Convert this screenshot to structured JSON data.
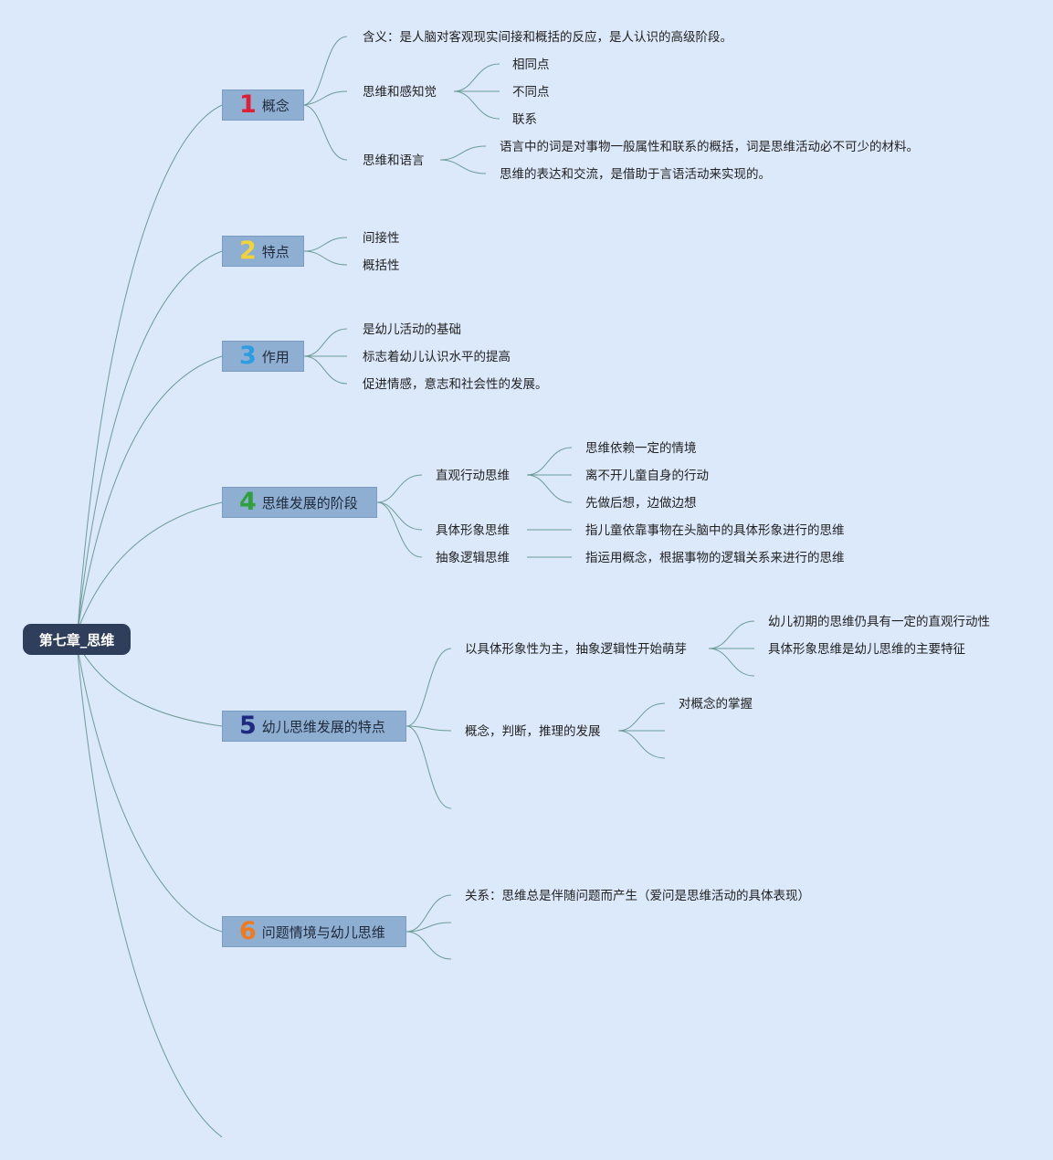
{
  "root": {
    "label": "第七章_思维"
  },
  "topics": [
    {
      "num": "1",
      "label": "概念",
      "num_color": "#e01f36"
    },
    {
      "num": "2",
      "label": "特点",
      "num_color": "#f2d33a"
    },
    {
      "num": "3",
      "label": "作用",
      "num_color": "#2b9de0"
    },
    {
      "num": "4",
      "label": "思维发展的阶段",
      "num_color": "#2fa13c"
    },
    {
      "num": "5",
      "label": "幼儿思维发展的特点",
      "num_color": "#1d2a80"
    },
    {
      "num": "6",
      "label": "问题情境与幼儿思维",
      "num_color": "#f07a1c"
    }
  ],
  "t1": {
    "meaning": "含义：是人脑对客观现实间接和概括的反应，是人认识的高级阶段。",
    "perception": "思维和感知觉",
    "perception_items": [
      "相同点",
      "不同点",
      "联系"
    ],
    "language": "思维和语言",
    "language_items": [
      "语言中的词是对事物一般属性和联系的概括，词是思维活动必不可少的材料。",
      "思维的表达和交流，是借助于言语活动来实现的。"
    ]
  },
  "t2": {
    "items": [
      "间接性",
      "概括性"
    ]
  },
  "t3": {
    "items": [
      "是幼儿活动的基础",
      "标志着幼儿认识水平的提高",
      "促进情感，意志和社会性的发展。"
    ]
  },
  "t4": {
    "intuitive": "直观行动思维",
    "intuitive_items": [
      "思维依赖一定的情境",
      "离不开儿童自身的行动",
      "先做后想，边做边想"
    ],
    "concrete": "具体形象思维",
    "concrete_desc": "指儿童依靠事物在头脑中的具体形象进行的思维",
    "abstract": "抽象逻辑思维",
    "abstract_desc": "指运用概念，根据事物的逻辑关系来进行的思维"
  },
  "t5": {
    "main": "以具体形象性为主，抽象逻辑性开始萌芽",
    "main_items": [
      "幼儿初期的思维仍具有一定的直观行动性",
      "具体形象思维是幼儿思维的主要特征"
    ],
    "concept": "概念，判断，推理的发展",
    "concept_items": [
      "对概念的掌握"
    ]
  },
  "t6": {
    "relation": "关系：思维总是伴随问题而产生（爱问是思维活动的具体表现）"
  }
}
